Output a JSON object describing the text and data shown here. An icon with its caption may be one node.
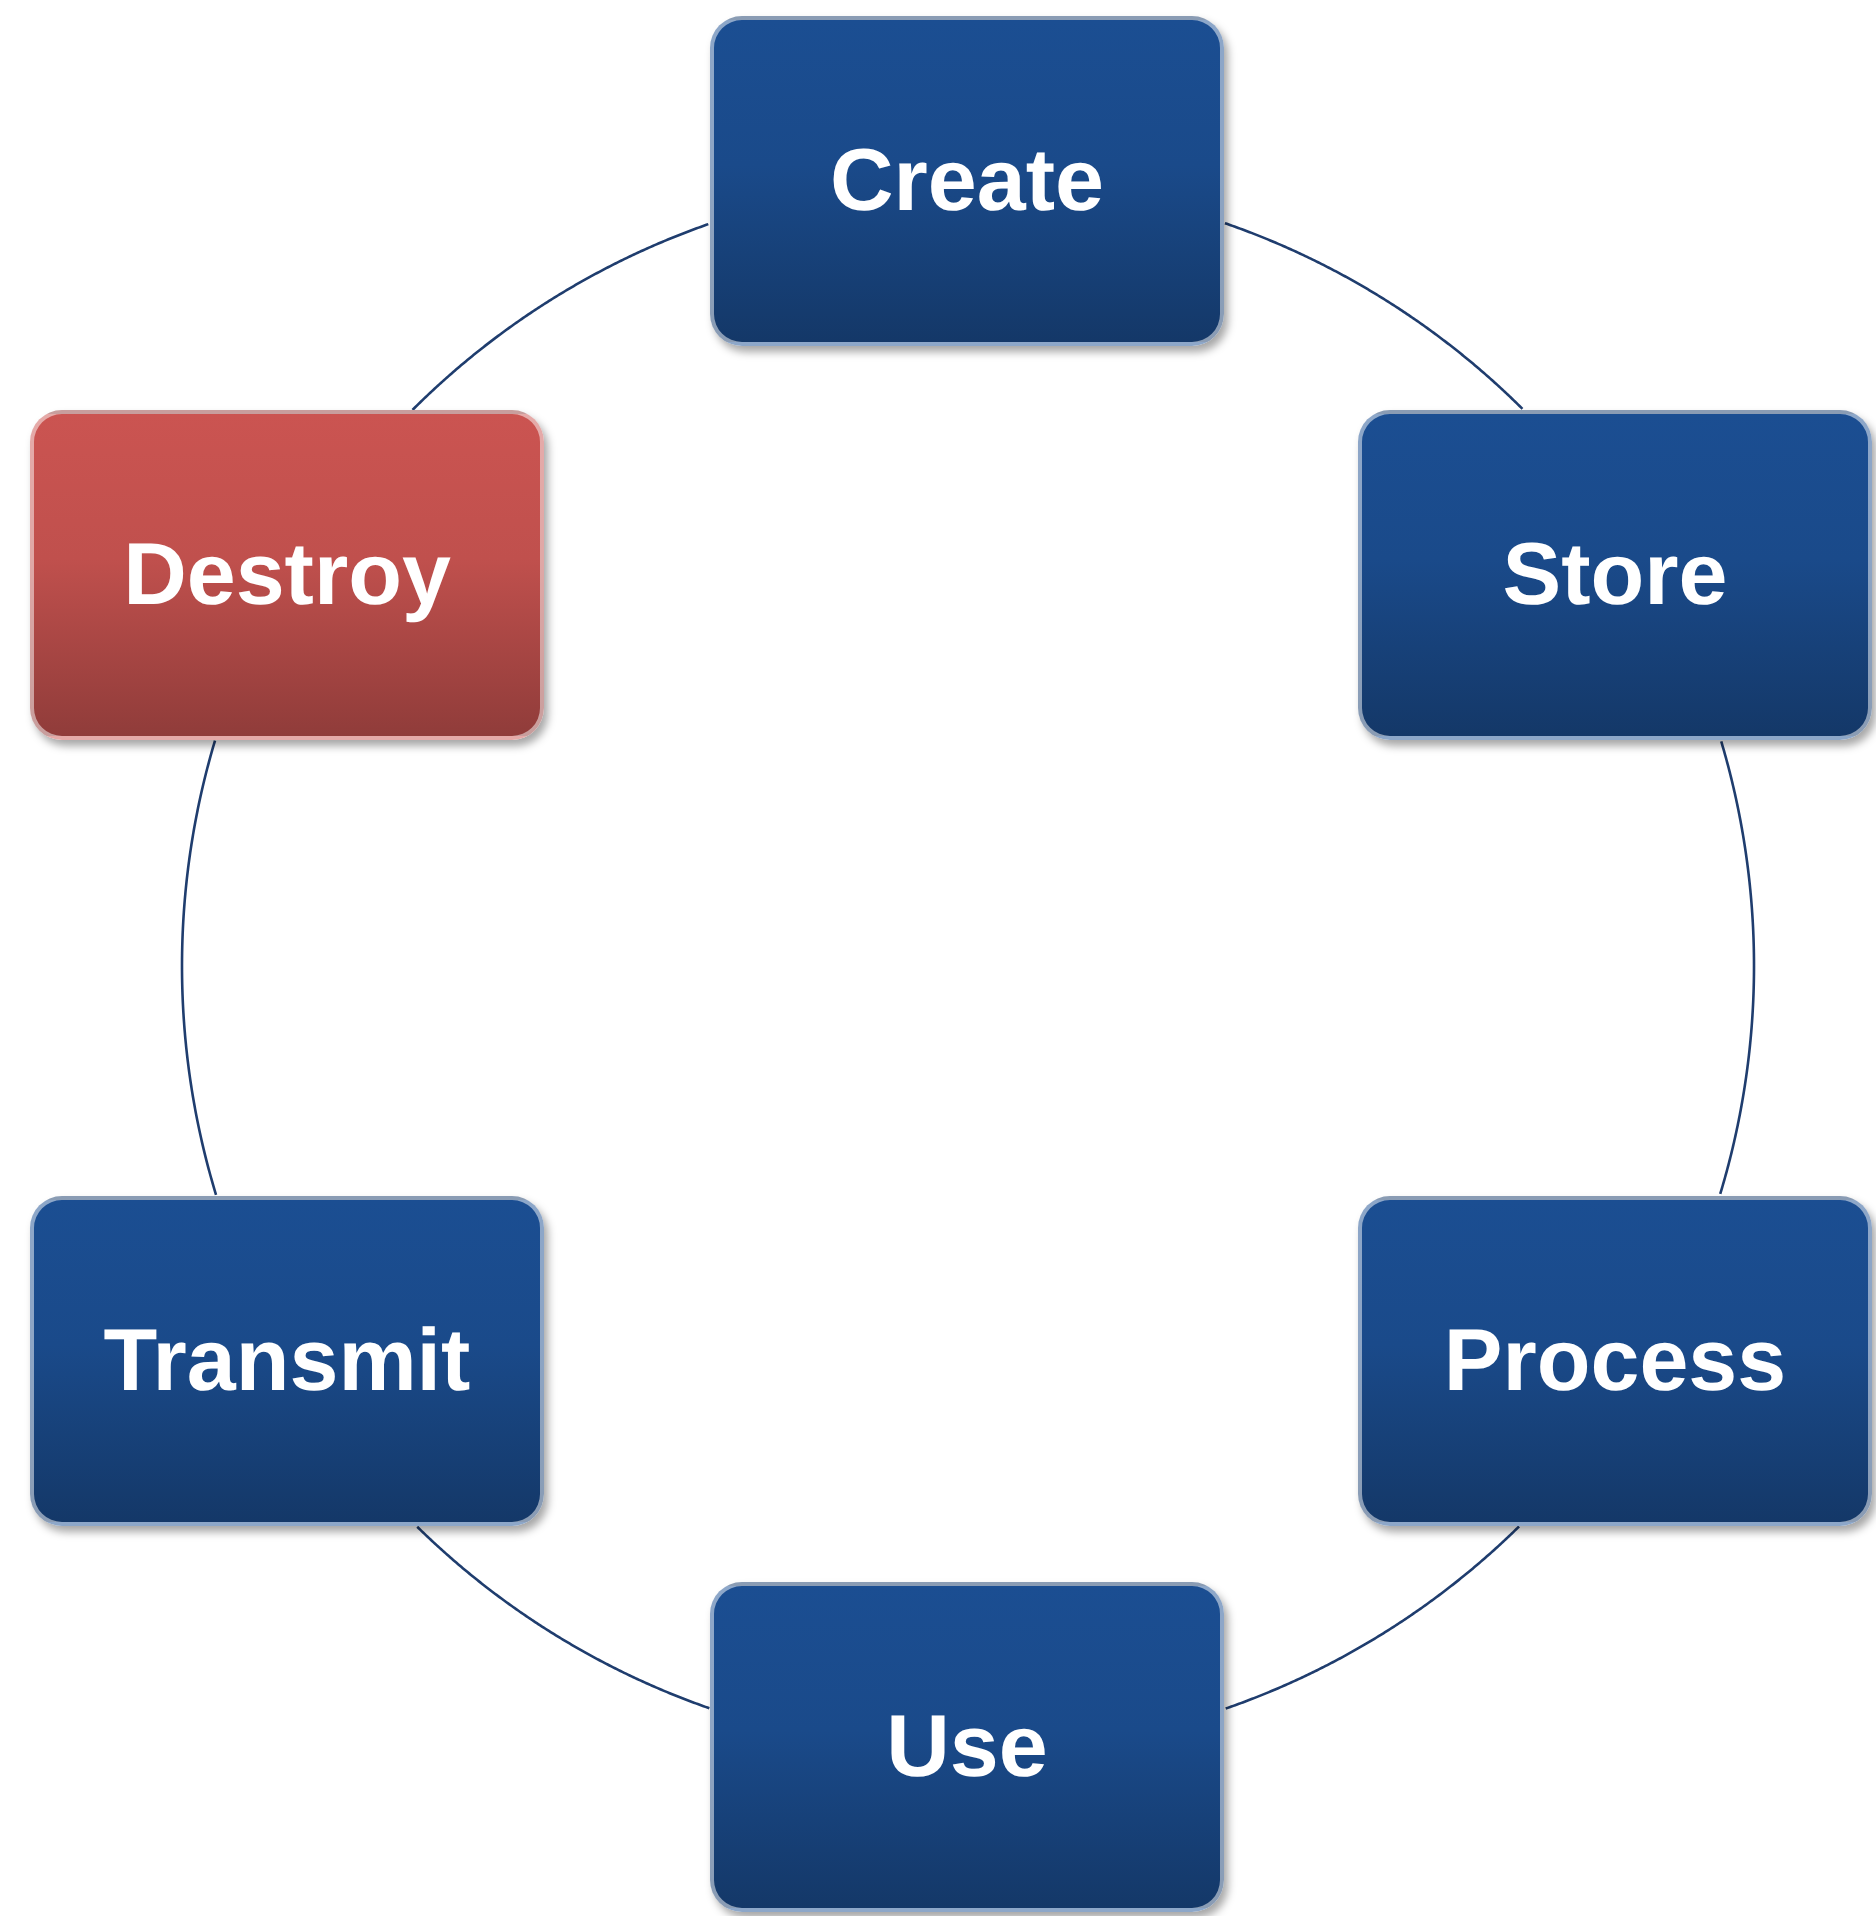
{
  "diagram": {
    "nodes": [
      {
        "text": [
          "Create"
        ]
      },
      {
        "text": [
          "Store"
        ]
      },
      {
        "text": [
          "Process"
        ]
      },
      {
        "text": [
          "Use"
        ]
      },
      {
        "text": [
          "Transmit"
        ]
      },
      {
        "text": [
          "Destroy"
        ]
      }
    ],
    "edges": [
      {
        "from": 0,
        "to": 1,
        "arrow": "none"
      },
      {
        "from": 1,
        "to": 2,
        "arrow": "none"
      },
      {
        "from": 2,
        "to": 3,
        "arrow": "none"
      },
      {
        "from": 3,
        "to": 4,
        "arrow": "none"
      },
      {
        "from": 4,
        "to": 5,
        "arrow": "none"
      },
      {
        "from": 5,
        "to": 0,
        "arrow": "none"
      }
    ]
  }
}
